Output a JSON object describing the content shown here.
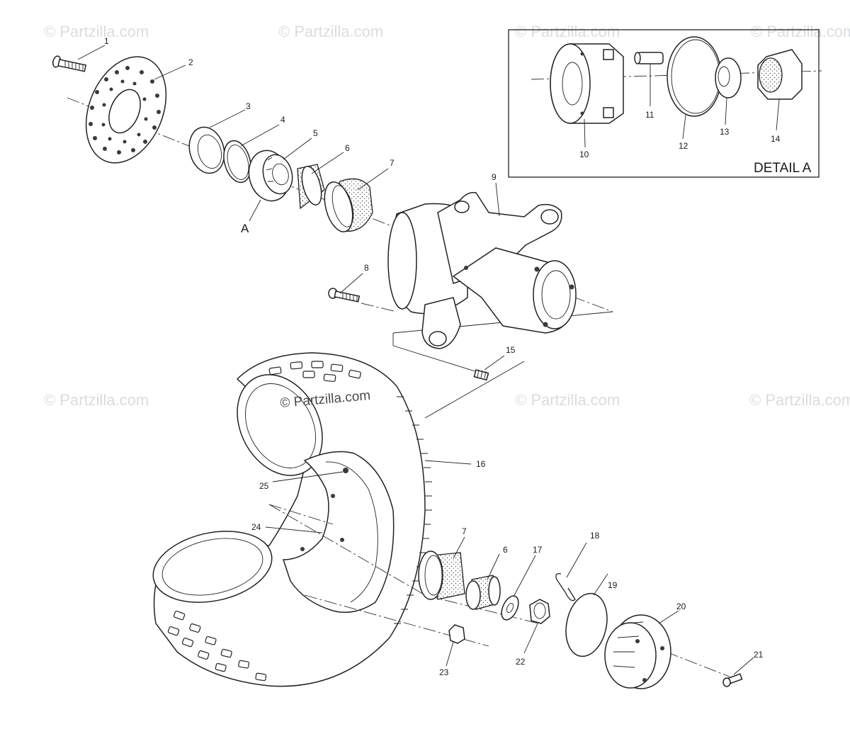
{
  "watermarks": {
    "text": "© Partzilla.com",
    "center_text": "© Partzilla.com"
  },
  "detail": {
    "title": "DETAIL A",
    "labels": [
      "10",
      "11",
      "12",
      "13",
      "14"
    ]
  },
  "callouts": {
    "p1": "1",
    "p2": "2",
    "p3": "3",
    "p4": "4",
    "p5": "5",
    "p6": "6",
    "p7": "7",
    "pA": "A",
    "p8": "8",
    "p9": "9",
    "p15": "15",
    "p16": "16",
    "p25": "25",
    "p24": "24",
    "p7b": "7",
    "p6b": "6",
    "p17": "17",
    "p18": "18",
    "p19": "19",
    "p20": "20",
    "p21": "21",
    "p22": "22",
    "p23": "23"
  }
}
